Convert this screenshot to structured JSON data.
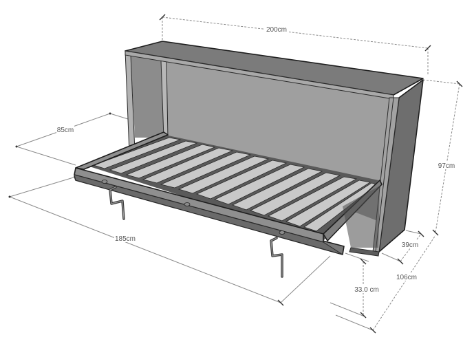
{
  "diagram": {
    "subject": "Horizontal wall bed (murphy bed) with slatted frame, shown open",
    "style": "grayscale 3D technical drawing",
    "colors": {
      "background": "#ffffff",
      "cabinet_top": "#7b7b7b",
      "cabinet_top_edge": "#a9a9a9",
      "cabinet_side_outer": "#6e6e6e",
      "cabinet_side_inner": "#8c8c8c",
      "back_panel": "#9f9f9f",
      "frame": "#8f8f8f",
      "slat": "#c9c9c9",
      "slat_gap": "#5a5a5a",
      "outline": "#1e1e1e",
      "dimension_line": "#8a8a8a",
      "dimension_text": "#555555"
    },
    "dimensions": {
      "width_top": {
        "label": "200cm"
      },
      "bed_width": {
        "label": "85cm"
      },
      "cabinet_height": {
        "label": "97cm"
      },
      "bed_length": {
        "label": "185cm"
      },
      "cabinet_depth": {
        "label": "39cm"
      },
      "total_depth_open": {
        "label": "106cm"
      },
      "bed_height_from_floor": {
        "label": "33.0 cm"
      }
    },
    "parts": {
      "cabinet": "cabinet",
      "back_panel": "back-panel",
      "slatted_base": "slatted-base",
      "folding_legs": [
        "left-leg",
        "right-leg"
      ]
    },
    "slat_count": 14
  }
}
